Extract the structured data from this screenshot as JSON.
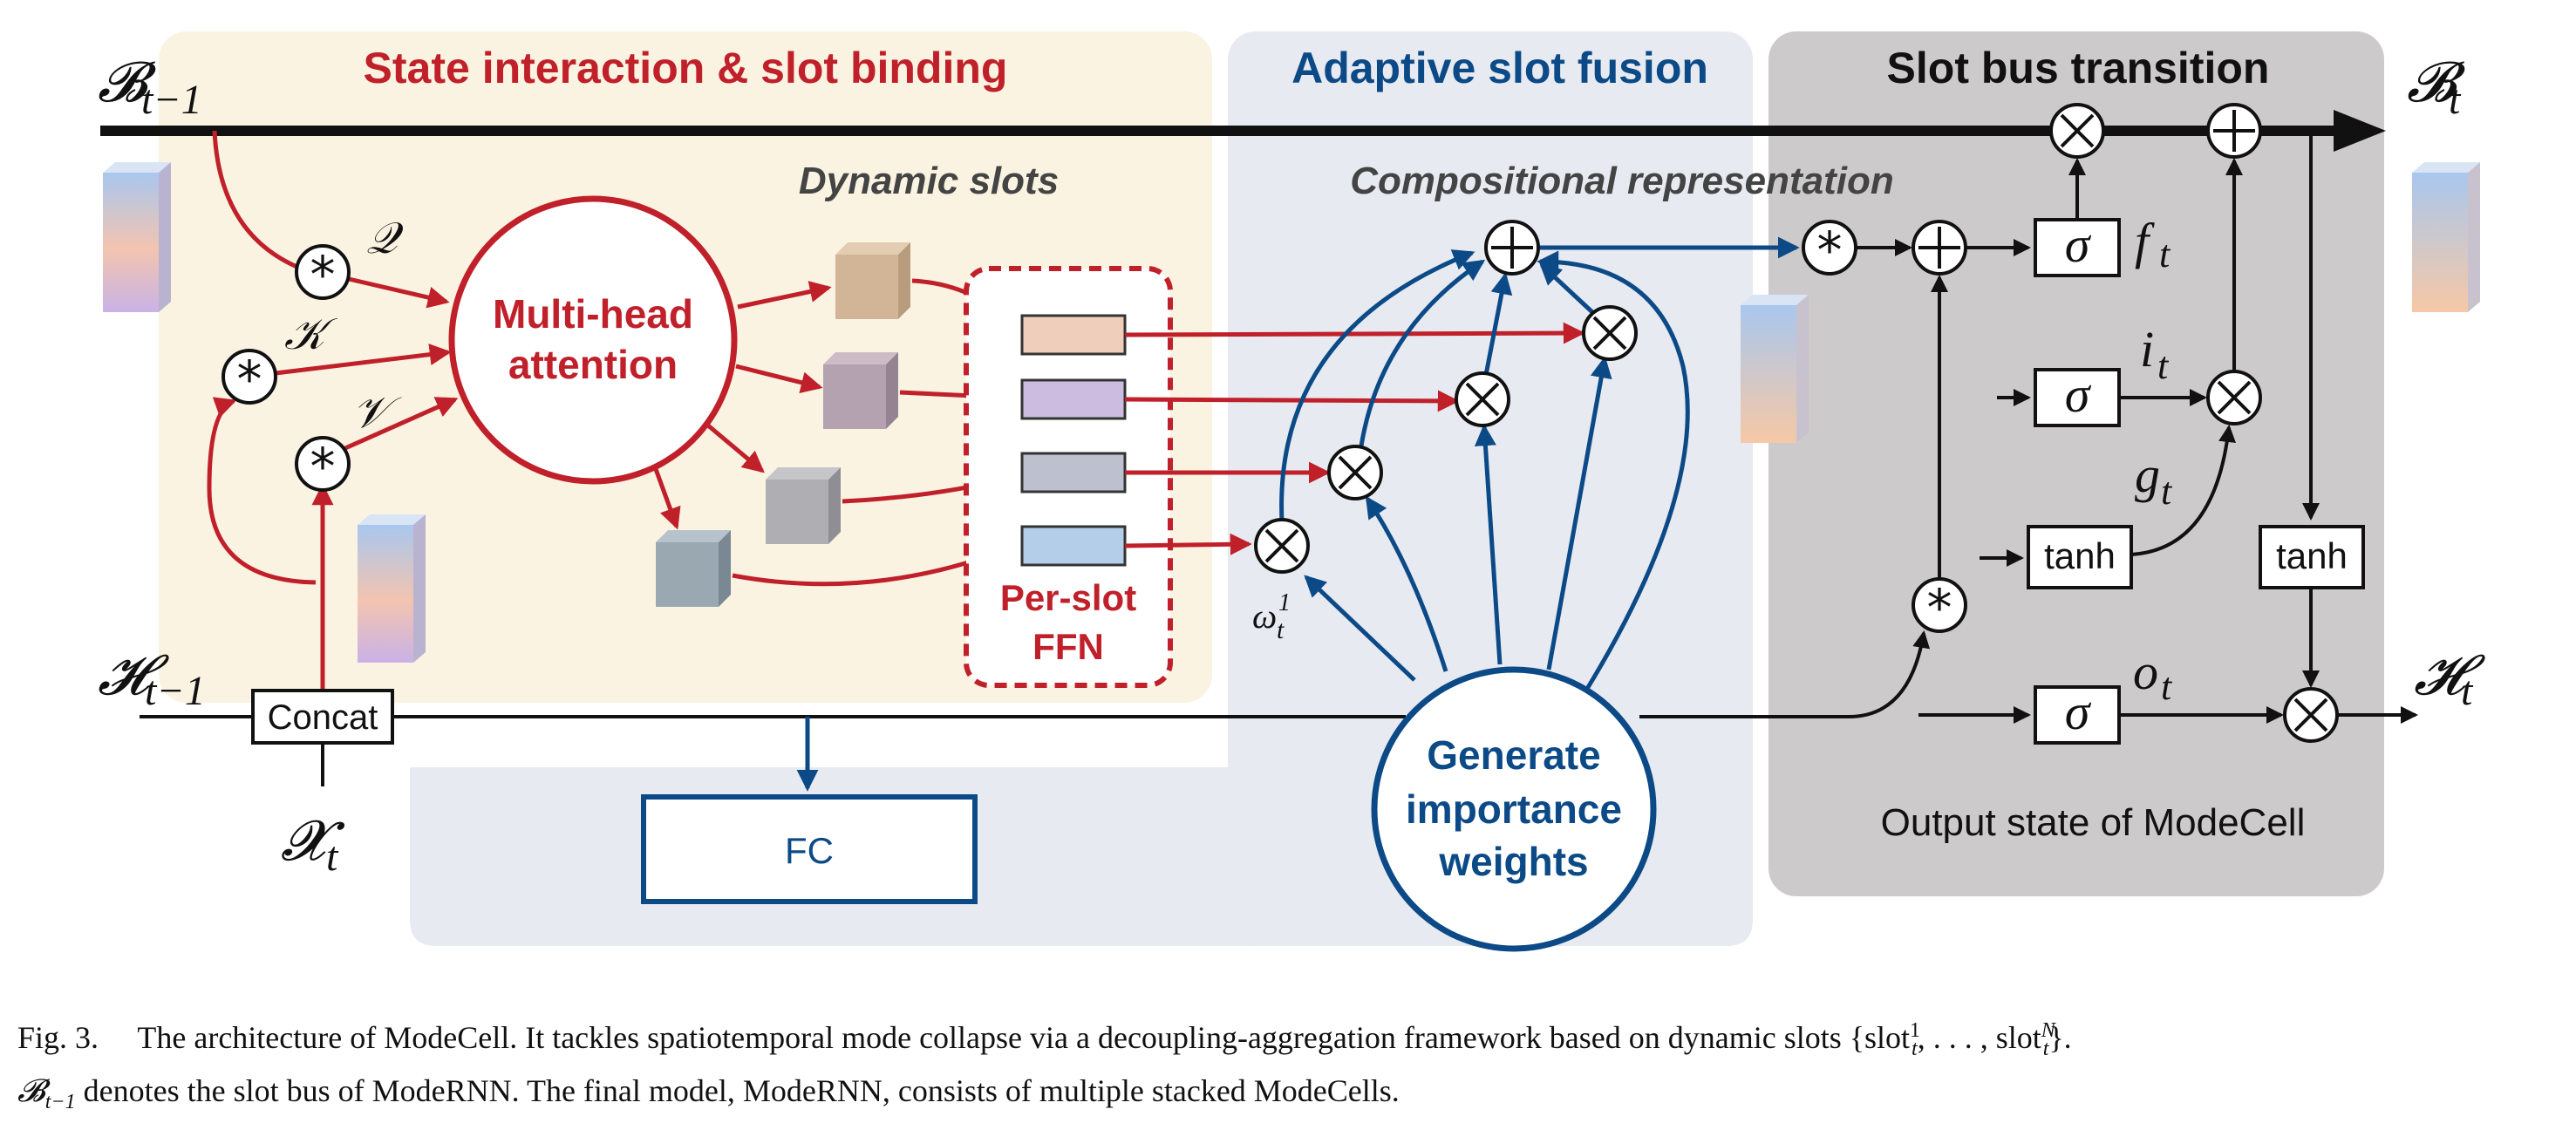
{
  "sections": {
    "state_title": "State interaction & slot binding",
    "fusion_title": "Adaptive slot fusion",
    "bus_title": "Slot bus transition",
    "dynamic_slots": "Dynamic slots",
    "compositional": "Compositional representation"
  },
  "blocks": {
    "mha_line1": "Multi-head",
    "mha_line2": "attention",
    "ffn_line1": "Per-slot",
    "ffn_line2": "FFN",
    "concat": "Concat",
    "fc": "FC",
    "giw_line1": "Generate",
    "giw_line2": "importance",
    "giw_line3": "weights",
    "tanh": "tanh",
    "output_label": "Output state of ModeCell"
  },
  "math": {
    "b_prev": "𝓑",
    "b_prev_sub": "t−1",
    "b_next": "𝓑",
    "b_next_sub": "t",
    "h_prev": "𝓗",
    "h_prev_sub": "t−1",
    "h_next": "𝓗",
    "h_next_sub": "t",
    "x": "𝓧",
    "x_sub": "t",
    "q": "𝒬",
    "k": "𝒦",
    "v": "𝒱",
    "sigma": "σ",
    "f": "f",
    "i": "i",
    "g": "g",
    "o": "o",
    "gate_sub": "t",
    "omega": "ω",
    "omega_sub": "t",
    "omega_sup": "1"
  },
  "caption": {
    "fig": "Fig. 3.",
    "line1": "The architecture of ModeCell. It tackles spatiotemporal mode collapse via a decoupling-aggregation framework based on dynamic slots {slot",
    "slot_sub": "t",
    "slot_sup1": "1",
    "mid": ", . . . , slot",
    "slot_supN": "N",
    "end1": "}.",
    "b_sym": "𝓑",
    "b_sub": "t−1",
    "line2": " denotes the slot bus of ModeRNN. The final model, ModeRNN, consists of multiple stacked ModeCells."
  },
  "colors": {
    "red": "#c0202a",
    "blue": "#0c4a87",
    "panel_left": "#fbf3e2",
    "panel_fusion": "#e7eaf0",
    "panel_bus": "#cdcacb"
  }
}
